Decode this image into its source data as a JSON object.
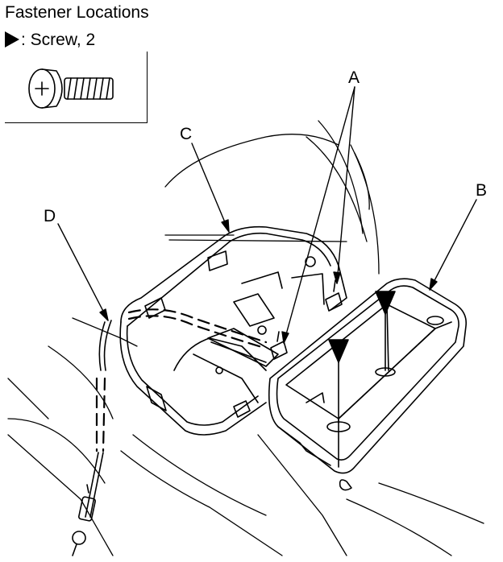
{
  "header": {
    "title": "Fastener Locations",
    "legend_text": ": Screw, 2"
  },
  "callouts": {
    "a": "A",
    "b": "B",
    "c": "C",
    "d": "D"
  },
  "icons": {
    "screw": "screw-icon",
    "arrowhead": "triangle-right-icon"
  }
}
